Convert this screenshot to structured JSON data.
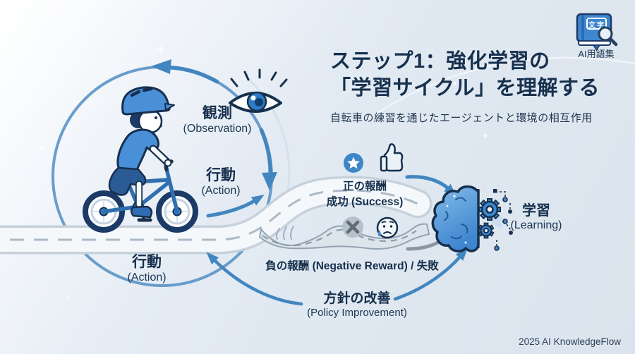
{
  "header": {
    "title_line1": "ステップ1：強化学習の",
    "title_line2": "「学習サイクル」を理解する",
    "subtitle": "自転車の練習を通じたエージェントと環境の相互作用"
  },
  "glossary": {
    "book_label": "文字",
    "caption": "AI用語集"
  },
  "cycle": {
    "observation": {
      "jp": "観測",
      "en": "(Observation)"
    },
    "action_right": {
      "jp": "行動",
      "en": "(Action)"
    },
    "action_bottom": {
      "jp": "行動",
      "en": "(Action)"
    },
    "policy": {
      "jp": "方針の改善",
      "en": "(Policy Improvement)"
    }
  },
  "outcomes": {
    "positive": {
      "line1": "正の報酬",
      "line2": "成功 (Success)"
    },
    "negative": {
      "text": "負の報酬 (Negative Reward) / 失敗"
    },
    "learning": {
      "jp": "学習",
      "en": "(Learning)"
    }
  },
  "footer": {
    "credit": "2025 AI KnowledgeFlow"
  },
  "icons": {
    "eye": "eye-icon",
    "star_badge": "star-badge-icon",
    "thumbs_up": "thumbs-up-icon",
    "x_mark": "x-mark-icon",
    "sad_face": "sad-face-icon",
    "brain": "brain-gear-icon",
    "book": "glossary-book-icon",
    "magnifier": "magnifier-icon"
  },
  "colors": {
    "navy": "#16304d",
    "arrow_blue": "#4286c0",
    "accent_blue": "#3e86cf",
    "gray_arrow": "#8a97a3",
    "road_surface": "#f4f8fb",
    "background": "#e0e8f1"
  }
}
